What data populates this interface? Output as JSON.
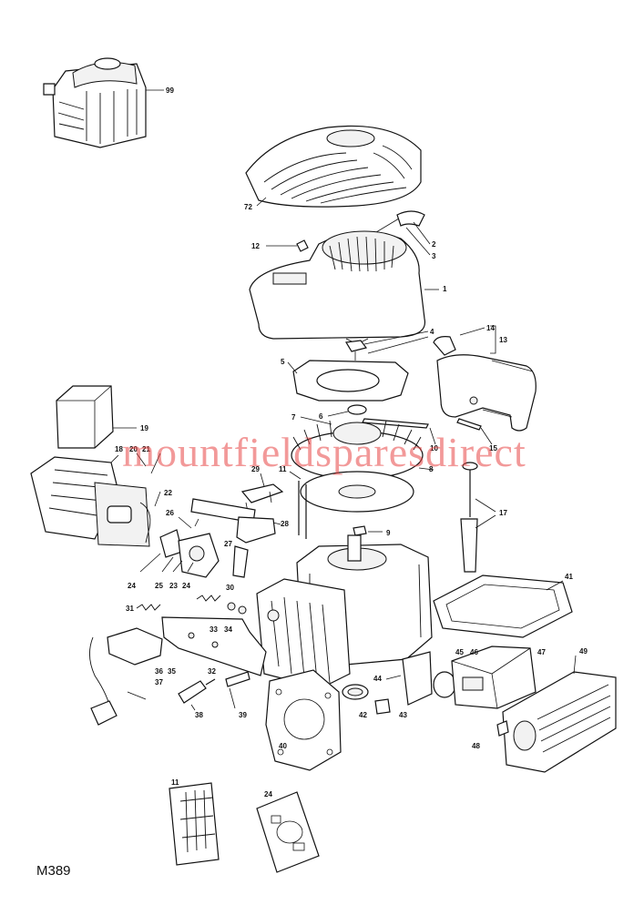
{
  "diagram_code": "M389",
  "watermark": "mountfieldsparesdirect",
  "parts": [
    {
      "id": "p99",
      "label": "99"
    },
    {
      "id": "p72",
      "label": "72"
    },
    {
      "id": "p12",
      "label": "12"
    },
    {
      "id": "p2",
      "label": "2"
    },
    {
      "id": "p3",
      "label": "3"
    },
    {
      "id": "p1",
      "label": "1"
    },
    {
      "id": "p4",
      "label": "4"
    },
    {
      "id": "p14",
      "label": "14"
    },
    {
      "id": "p13",
      "label": "13"
    },
    {
      "id": "p5",
      "label": "5"
    },
    {
      "id": "p6",
      "label": "6"
    },
    {
      "id": "p7",
      "label": "7"
    },
    {
      "id": "p19",
      "label": "19"
    },
    {
      "id": "p10",
      "label": "10"
    },
    {
      "id": "p15",
      "label": "15"
    },
    {
      "id": "p18",
      "label": "18"
    },
    {
      "id": "p20",
      "label": "20"
    },
    {
      "id": "p21",
      "label": "21"
    },
    {
      "id": "p8",
      "label": "8"
    },
    {
      "id": "p29",
      "label": "29"
    },
    {
      "id": "p11",
      "label": "11"
    },
    {
      "id": "p22",
      "label": "22"
    },
    {
      "id": "p17",
      "label": "17"
    },
    {
      "id": "p26",
      "label": "26"
    },
    {
      "id": "p28",
      "label": "28"
    },
    {
      "id": "p9",
      "label": "9"
    },
    {
      "id": "p27",
      "label": "27"
    },
    {
      "id": "p24a",
      "label": "24"
    },
    {
      "id": "p25",
      "label": "25"
    },
    {
      "id": "p23",
      "label": "23"
    },
    {
      "id": "p24b",
      "label": "24"
    },
    {
      "id": "p41",
      "label": "41"
    },
    {
      "id": "p30",
      "label": "30"
    },
    {
      "id": "p31",
      "label": "31"
    },
    {
      "id": "p33",
      "label": "33"
    },
    {
      "id": "p34",
      "label": "34"
    },
    {
      "id": "p45",
      "label": "45"
    },
    {
      "id": "p46",
      "label": "46"
    },
    {
      "id": "p47",
      "label": "47"
    },
    {
      "id": "p49",
      "label": "49"
    },
    {
      "id": "p35",
      "label": "35"
    },
    {
      "id": "p36",
      "label": "36"
    },
    {
      "id": "p37",
      "label": "37"
    },
    {
      "id": "p32",
      "label": "32"
    },
    {
      "id": "p44",
      "label": "44"
    },
    {
      "id": "p38",
      "label": "38"
    },
    {
      "id": "p39",
      "label": "39"
    },
    {
      "id": "p42",
      "label": "42"
    },
    {
      "id": "p43",
      "label": "43"
    },
    {
      "id": "p48",
      "label": "48"
    },
    {
      "id": "p40",
      "label": "40"
    },
    {
      "id": "p11b",
      "label": "11"
    },
    {
      "id": "p24c",
      "label": "24"
    }
  ]
}
